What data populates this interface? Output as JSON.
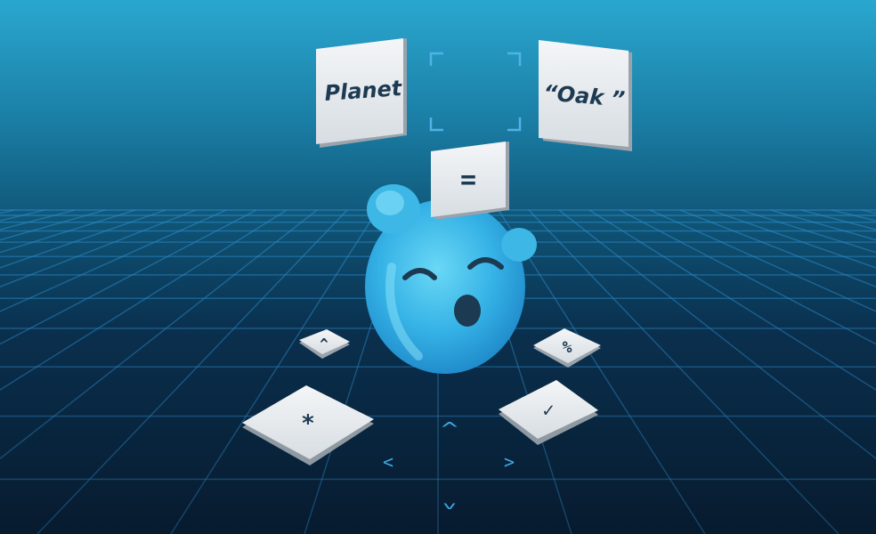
{
  "cards": {
    "left_word": "Planet",
    "right_word": "“Oak ”",
    "operator": "="
  },
  "floor_tiles": {
    "small_left": "^",
    "big_left": "*",
    "small_right": "%",
    "big_right": "✓"
  },
  "dpad": {
    "up": "^",
    "down": "v",
    "left": "<",
    "right": ">"
  },
  "colors": {
    "sky_top": "#2aa7cf",
    "floor": "#081d33",
    "grid_line": "#2f8fd0",
    "card_face": "#e9ecef",
    "ink": "#1c3a52",
    "mascot": "#3bbde8"
  },
  "icons": {
    "mascot": "sleepy-water-drop-mascot-icon",
    "slot": "empty-slot-bracket-icon"
  }
}
